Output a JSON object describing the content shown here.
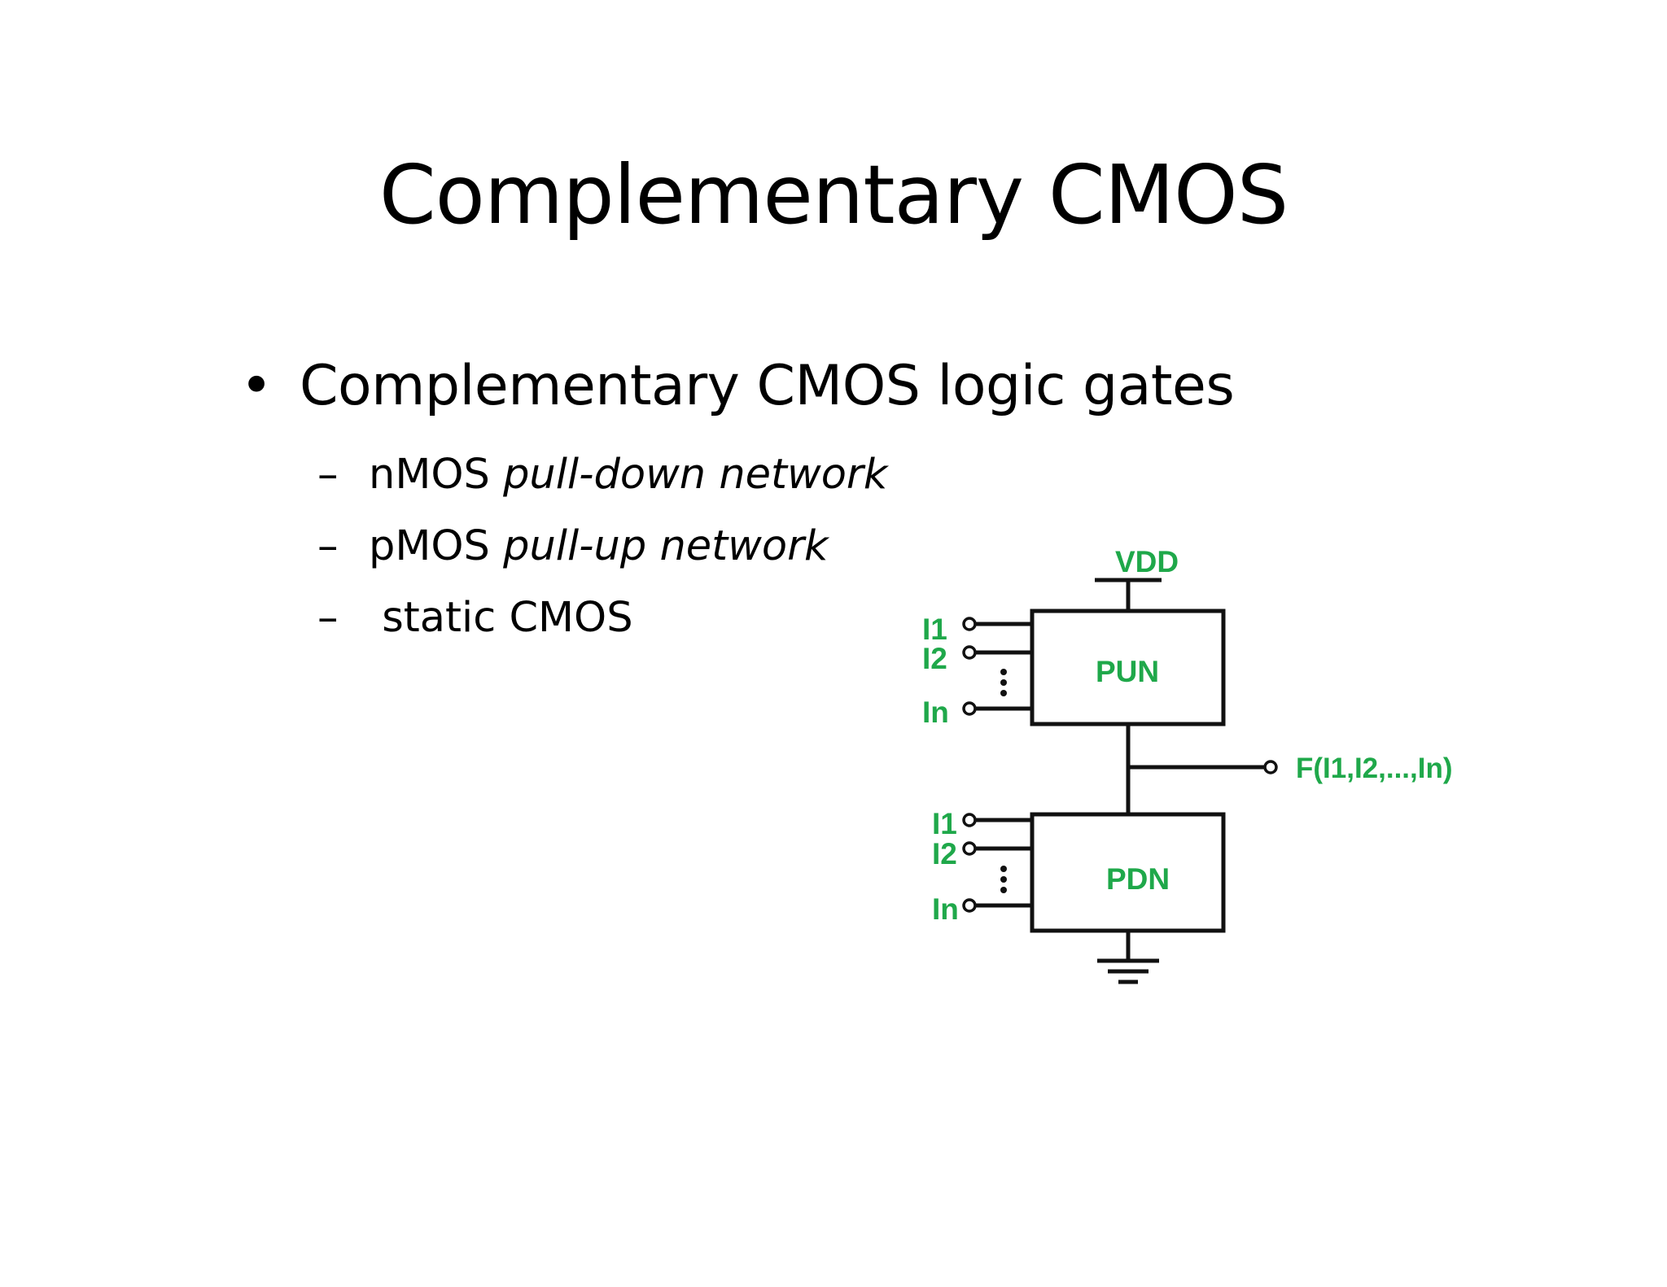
{
  "slide": {
    "title": "Complementary CMOS",
    "bullet": {
      "marker": "•",
      "text": "Complementary CMOS logic gates"
    },
    "sub_items": [
      {
        "marker": "–",
        "prefix": "nMOS ",
        "italic": "pull-down network"
      },
      {
        "marker": "–",
        "prefix": "pMOS ",
        "italic": "pull-up network"
      },
      {
        "marker": "–",
        "prefix": " static CMOS",
        "italic": ""
      }
    ]
  },
  "diagram": {
    "label_color": "#1fa84a",
    "line_color": "#111111",
    "supply_label": "VDD",
    "pun_label": "PUN",
    "pdn_label": "PDN",
    "output_label": "F(I1,I2,...,In)",
    "pun_inputs": [
      "I1",
      "I2",
      "In"
    ],
    "pdn_inputs": [
      "I1",
      "I2",
      "In"
    ],
    "ground_icon": "ground-icon"
  }
}
